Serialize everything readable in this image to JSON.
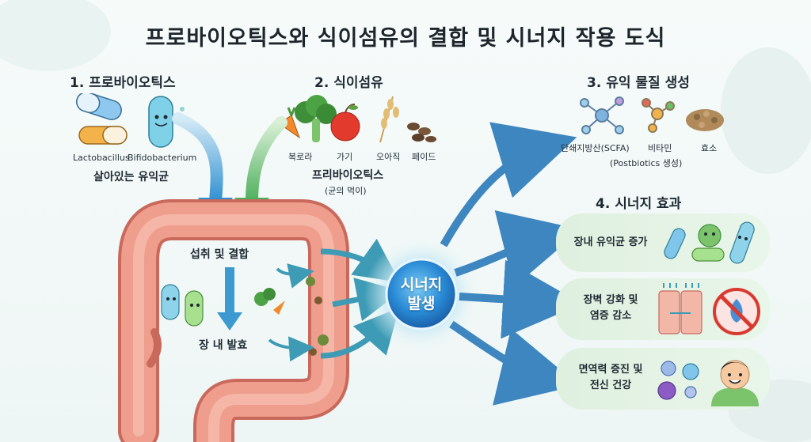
{
  "title": "프로바이오틱스와 식이섬유의 결합 및 시너지 작용 도식",
  "section1": {
    "heading": "1. 프로바이오틱스",
    "bacteria": [
      "Lactobacillus",
      "Bifidobacterium"
    ],
    "caption": "살아있는 유익균"
  },
  "section2": {
    "heading": "2. 식이섬유",
    "foods": [
      "복로라",
      "가기",
      "오아직",
      "페이드"
    ],
    "caption": "프리바이오틱스",
    "subcaption": "(균의 먹이)"
  },
  "section3": {
    "heading": "3. 유익 물질 생성",
    "items": [
      "단쇄지방산(SCFA)",
      "비타민",
      "효소"
    ],
    "note": "(Postbiotics 생성)"
  },
  "section4": {
    "heading": "4. 시너지 효과",
    "effects": [
      "장내 유익균 증가",
      "장벽 강화 및\n염증 감소",
      "면역력 증진 및\n전신 건강"
    ]
  },
  "gut": {
    "intake_label": "섭취 및 결합",
    "ferment_label": "장 내 발효"
  },
  "center": {
    "line1": "시너지",
    "line2": "발생"
  },
  "colors": {
    "intestine": "#ec9a8a",
    "intestine_dark": "#c9695c",
    "arrow_blue": "#3d9ad0",
    "arrow_green": "#5bb86a",
    "card_green": "#e2f2e2",
    "center_blue": "#1f78c8"
  }
}
